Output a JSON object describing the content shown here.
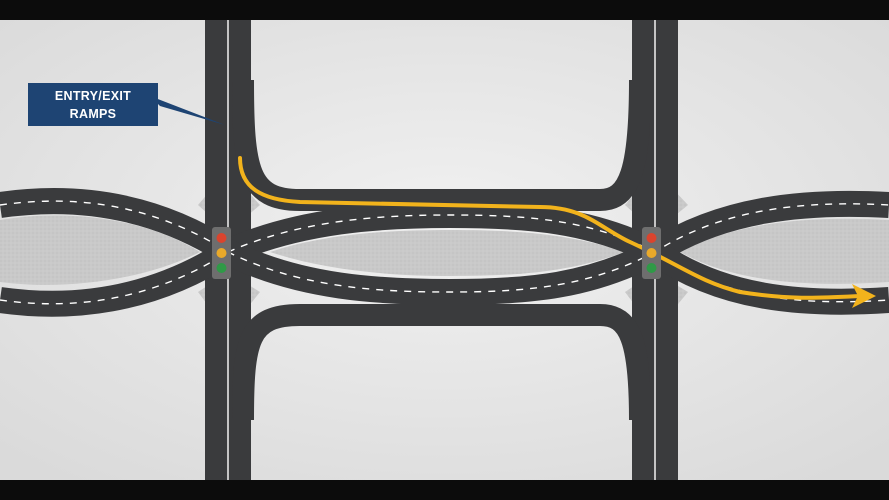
{
  "callout": {
    "line1": "ENTRY/EXIT",
    "line2": "RAMPS"
  },
  "colors": {
    "background": "#e6e6e6",
    "road": "#3a3b3d",
    "lane_marking": "#ffffff",
    "route_arrow": "#f2b31c",
    "callout_bg": "#1e4473",
    "light_red": "#d9442e",
    "light_yellow": "#e9a92a",
    "light_green": "#2f9a47"
  },
  "traffic_lights": [
    {
      "name": "left-intersection",
      "signals": [
        "red",
        "yellow",
        "green"
      ]
    },
    {
      "name": "right-intersection",
      "signals": [
        "red",
        "yellow",
        "green"
      ]
    }
  ],
  "icons": [
    "traffic-light-icon",
    "route-arrow-icon"
  ]
}
